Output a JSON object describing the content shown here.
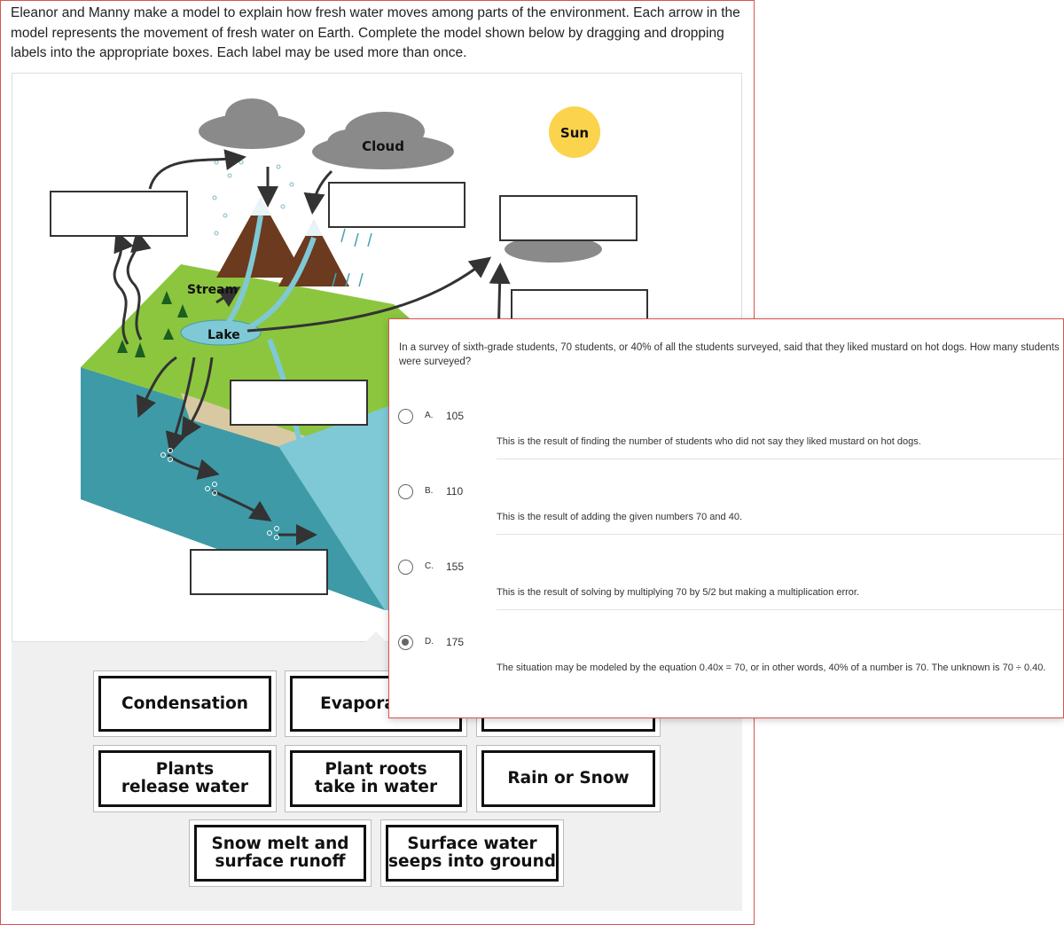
{
  "prompt": "Eleanor and Manny make a model to explain how fresh water moves among parts of the environment. Each arrow in the model represents the movement of fresh water on Earth. Complete the model shown below by dragging and dropping labels into the appropriate boxes. Each label may be used more than once.",
  "diagram": {
    "labels": {
      "cloud": "Cloud",
      "sun": "Sun",
      "stream": "Stream",
      "lake": "Lake"
    }
  },
  "label_bank": {
    "tiles": [
      "Condensation",
      "Evaporation",
      "",
      "Plants\nrelease water",
      "Plant roots\ntake in water",
      "Rain or Snow",
      "Snow melt and\nsurface runoff",
      "Surface water\nseeps into ground"
    ]
  },
  "question": {
    "text": "In a survey of sixth-grade students, 70 students, or 40% of all the students surveyed, said that they liked mustard on hot dogs. How many students were surveyed?",
    "options": [
      {
        "letter": "A.",
        "value": "105",
        "rationale": "This is the result of finding the number of students who did not say they liked mustard on hot dogs.",
        "selected": false
      },
      {
        "letter": "B.",
        "value": "110",
        "rationale": "This is the result of adding the given numbers 70 and 40.",
        "selected": false
      },
      {
        "letter": "C.",
        "value": "155",
        "rationale": "This is the result of solving by multiplying 70 by 5/2 but making a multiplication error.",
        "selected": false
      },
      {
        "letter": "D.",
        "value": "175",
        "rationale": "The situation may be modeled by the equation 0.40x = 70, or in other words, 40% of a number is 70. The unknown is 70 ÷ 0.40.",
        "selected": true
      }
    ]
  },
  "colors": {
    "panel_border": "#d9534f",
    "sun": "#fcd34d",
    "water": "#6cc3c1",
    "grass": "#8bc34a",
    "mountain": "#6b3a1f",
    "cloud": "#8a8a8a"
  }
}
